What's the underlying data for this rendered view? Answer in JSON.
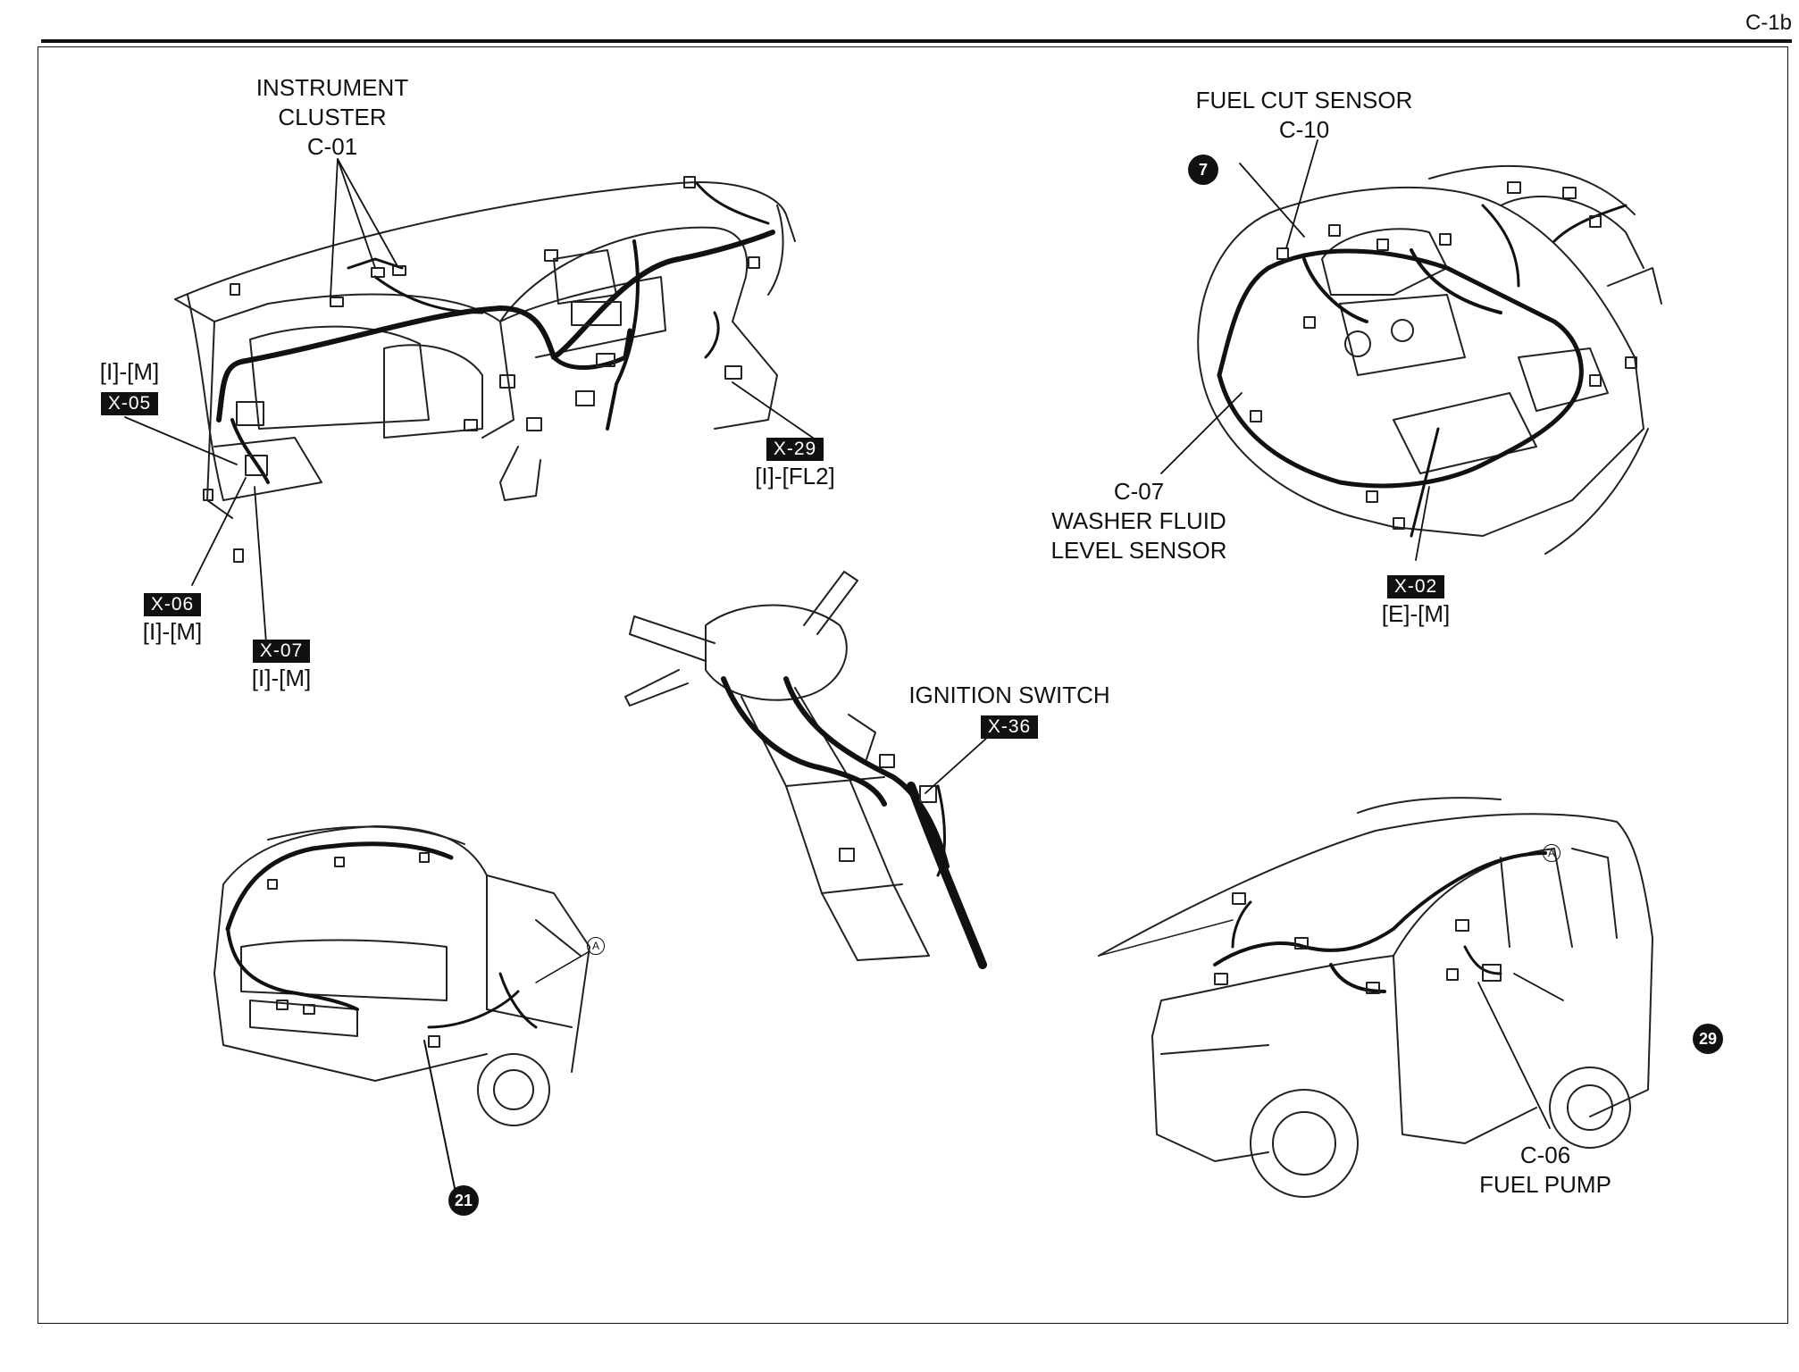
{
  "page_code": "C-1b",
  "labels": {
    "instrument_cluster": {
      "line1": "INSTRUMENT",
      "line2": "CLUSTER",
      "code": "C-01"
    },
    "x05": {
      "pins": "[I]-[M]",
      "code": "X-05"
    },
    "x06": {
      "code": "X-06",
      "pins": "[I]-[M]"
    },
    "x07": {
      "code": "X-07",
      "pins": "[I]-[M]"
    },
    "x29": {
      "code": "X-29",
      "pins": "[I]-[FL2]"
    },
    "fuel_cut_sensor": {
      "line1": "FUEL CUT SENSOR",
      "code": "C-10"
    },
    "washer_fluid": {
      "code": "C-07",
      "line1": "WASHER FLUID",
      "line2": "LEVEL SENSOR"
    },
    "x02": {
      "code": "X-02",
      "pins": "[E]-[M]"
    },
    "ignition_switch": {
      "line1": "IGNITION SWITCH",
      "code": "X-36"
    },
    "fuel_pump": {
      "code": "C-06",
      "line1": "FUEL PUMP"
    }
  },
  "markers": {
    "m7": "7",
    "m21": "21",
    "m29": "29",
    "ref_a": "A"
  }
}
